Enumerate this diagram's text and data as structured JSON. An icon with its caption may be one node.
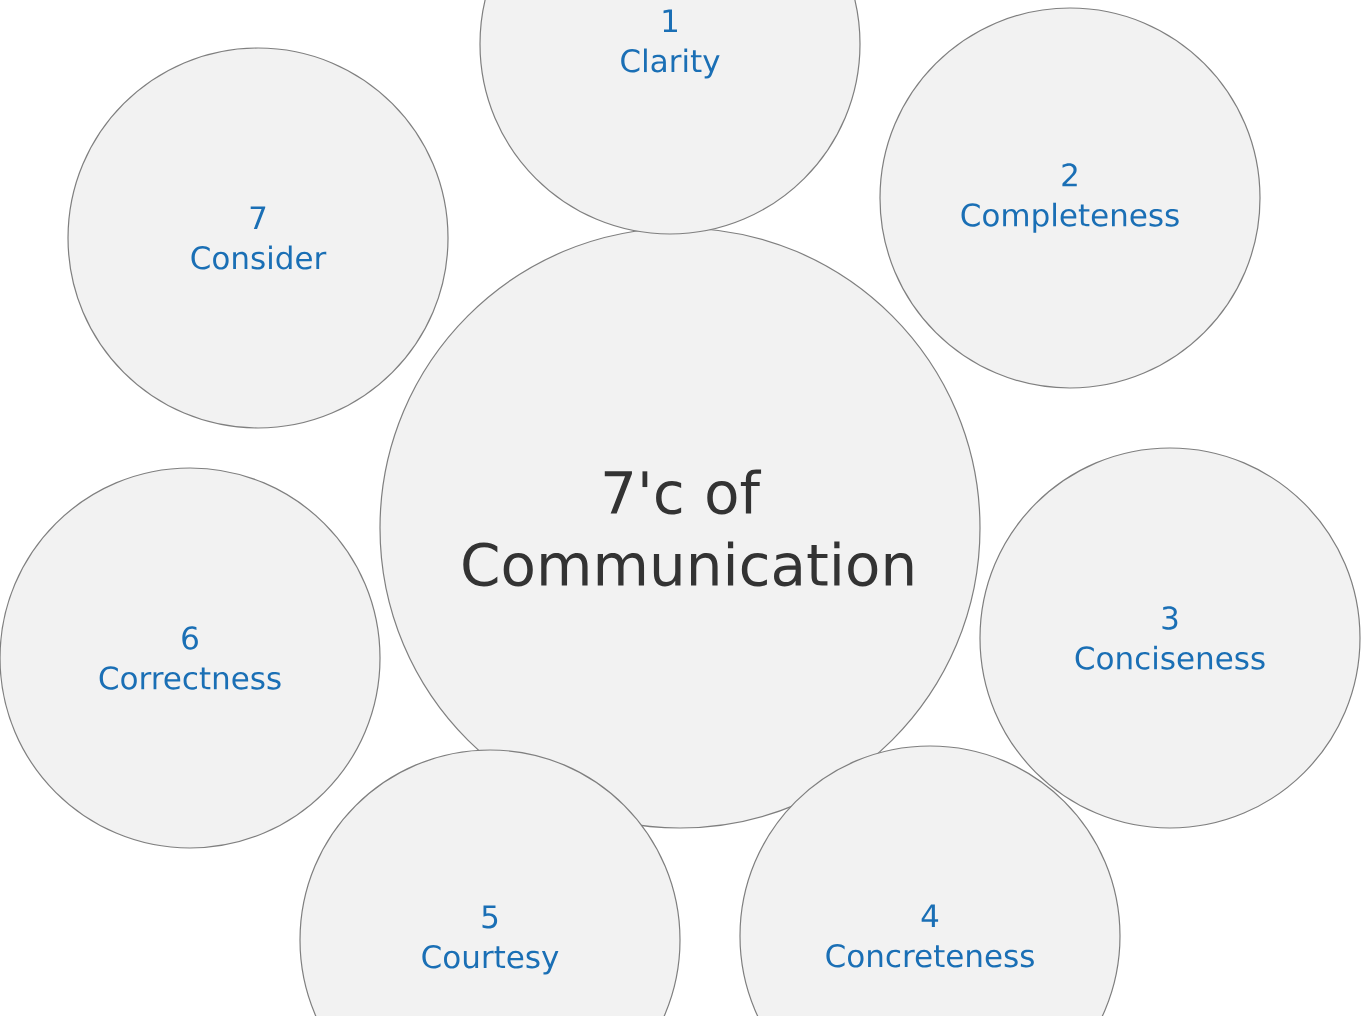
{
  "diagram": {
    "nodes": [
      {
        "text": [
          "7'c of Communication"
        ]
      },
      {
        "text": [
          "1",
          "Clarity"
        ]
      },
      {
        "text": [
          "2",
          "Completeness"
        ]
      },
      {
        "text": [
          "3",
          "Conciseness"
        ]
      },
      {
        "text": [
          "4",
          "Concreteness"
        ]
      },
      {
        "text": [
          "5",
          "Courtesy"
        ]
      },
      {
        "text": [
          "6",
          "Correctness"
        ]
      },
      {
        "text": [
          "7",
          "Consider"
        ]
      }
    ]
  }
}
